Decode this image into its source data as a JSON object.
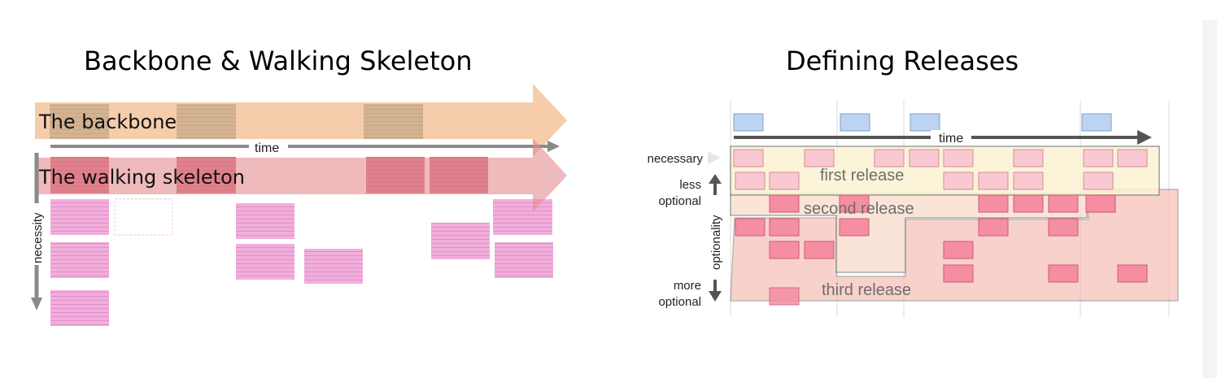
{
  "left": {
    "title": "Backbone & Walking Skeleton",
    "backbone_label": "The backbone",
    "skeleton_label": "The walking skeleton",
    "time_label": "time",
    "necessity_label": "necessity"
  },
  "right": {
    "title": "Defining Releases",
    "time_label": "time",
    "necessary_label": "necessary",
    "less_optional": [
      "less",
      "optional"
    ],
    "optionality_label": "optionality",
    "more_optional": [
      "more",
      "optional"
    ],
    "releases": [
      "first release",
      "second release",
      "third release"
    ]
  },
  "colors": {
    "backbone_arrow": "#f5c9a4",
    "skeleton_arrow": "#e89a9c",
    "story_card": "#f1aad8",
    "activity_card": "#bcd4f2",
    "first_release": "#fbf3d2",
    "second_release": "#f9dccb",
    "third_release": "#f6b3aa"
  }
}
